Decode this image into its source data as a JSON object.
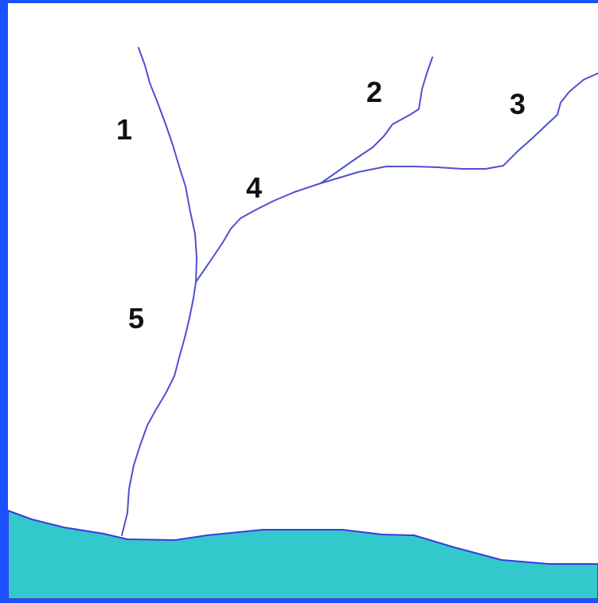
{
  "colors": {
    "frame": "#1a52ff",
    "background": "#ffffff",
    "stream": "#5050d0",
    "water_fill": "#33c9cc",
    "water_edge": "#3a3ae0",
    "label": "#111111"
  },
  "segments": [
    {
      "id": "1",
      "label": "1"
    },
    {
      "id": "2",
      "label": "2"
    },
    {
      "id": "3",
      "label": "3"
    },
    {
      "id": "4",
      "label": "4"
    },
    {
      "id": "5",
      "label": "5"
    }
  ]
}
